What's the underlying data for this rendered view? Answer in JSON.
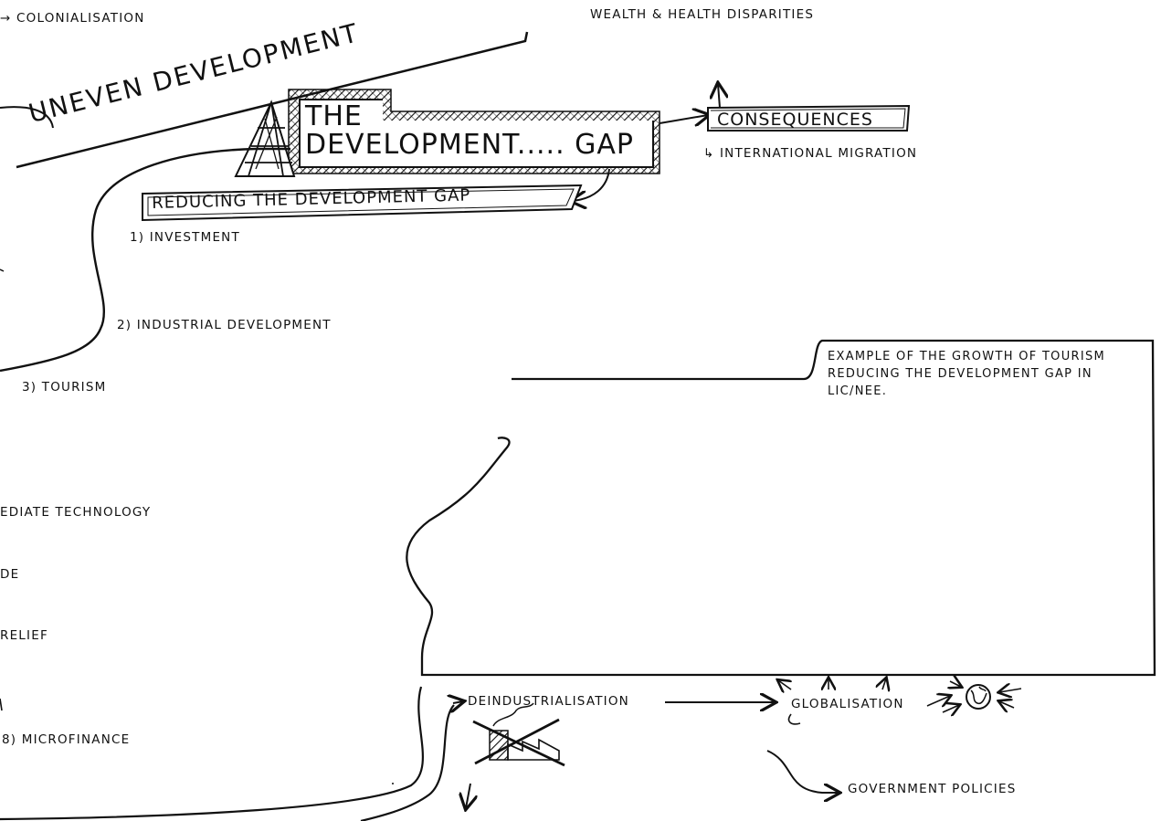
{
  "labels": {
    "colonialisation": "→ COLONIALISATION",
    "wealth_health": "WEALTH & HEALTH DISPARITIES",
    "uneven_development": "UNEVEN DEVELOPMENT",
    "title_line1": "THE",
    "title_line2": "DEVELOPMENT..... GAP",
    "consequences": "CONSEQUENCES",
    "international_migration": "↳ INTERNATIONAL MIGRATION",
    "reducing_gap": "REDUCING THE DEVELOPMENT GAP",
    "investment": "1) INVESTMENT",
    "industrial_development": "2) INDUSTRIAL DEVELOPMENT",
    "tourism": "3) TOURISM",
    "intermediate_technology": "EDIATE TECHNOLOGY",
    "trade": "DE",
    "debt_relief": "RELIEF",
    "microfinance": "8) MICROFINANCE",
    "example_note": "EXAMPLE OF THE GROWTH OF TOURISM REDUCING THE DEVELOPMENT GAP IN LIC/NEE.",
    "deindustrialisation": "DEINDUSTRIALISATION",
    "globalisation": "GLOBALISATION",
    "government_policies": "GOVERNMENT POLICIES"
  },
  "icons": [
    "electricity-pylon-icon",
    "factory-crossed-out-icon",
    "globe-icon"
  ],
  "colors": {
    "ink": "#111111",
    "paper": "#ffffff"
  }
}
